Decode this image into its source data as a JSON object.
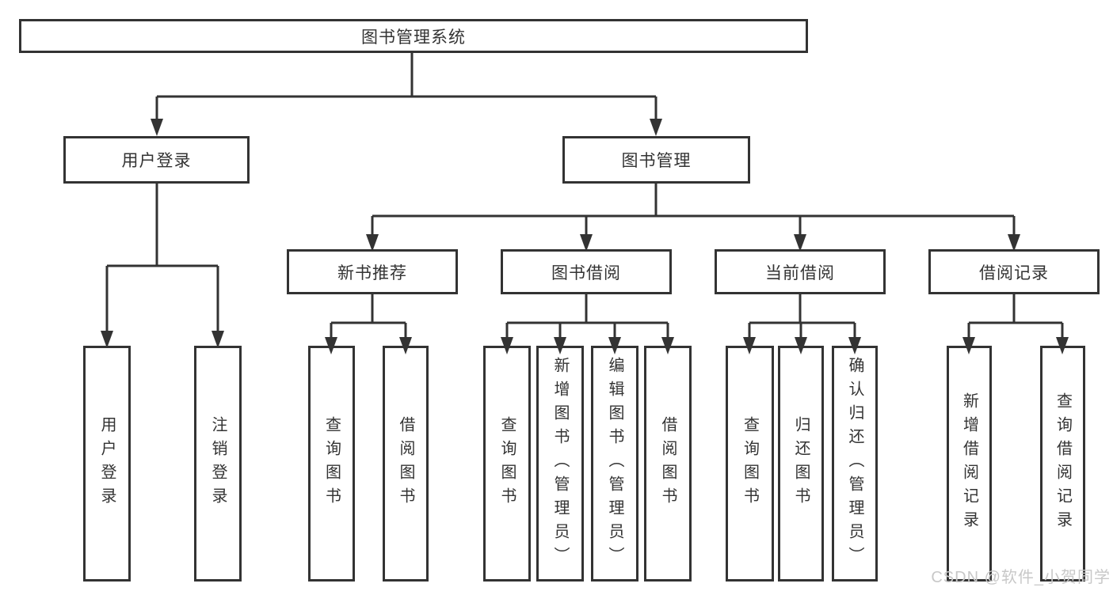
{
  "diagram": {
    "title": "图书管理系统",
    "branches": [
      {
        "label": "用户登录",
        "children": [
          {
            "label": "用户登录"
          },
          {
            "label": "注销登录"
          }
        ]
      },
      {
        "label": "图书管理",
        "children": [
          {
            "label": "新书推荐",
            "children": [
              {
                "label": "查询图书"
              },
              {
                "label": "借阅图书"
              }
            ]
          },
          {
            "label": "图书借阅",
            "children": [
              {
                "label": "查询图书"
              },
              {
                "label": "新增图书（管理员）"
              },
              {
                "label": "编辑图书（管理员）"
              },
              {
                "label": "借阅图书"
              }
            ]
          },
          {
            "label": "当前借阅",
            "children": [
              {
                "label": "查询图书"
              },
              {
                "label": "归还图书"
              },
              {
                "label": "确认归还（管理员）"
              }
            ]
          },
          {
            "label": "借阅记录",
            "children": [
              {
                "label": "新增借阅记录"
              },
              {
                "label": "查询借阅记录"
              }
            ]
          }
        ]
      }
    ]
  },
  "watermark": {
    "text": "CSDN @软件_小贺同学"
  },
  "colors": {
    "line": "#333333",
    "box_border": "#333333",
    "text": "#333333",
    "background": "#ffffff",
    "watermark_text": "#c8c8c8"
  }
}
